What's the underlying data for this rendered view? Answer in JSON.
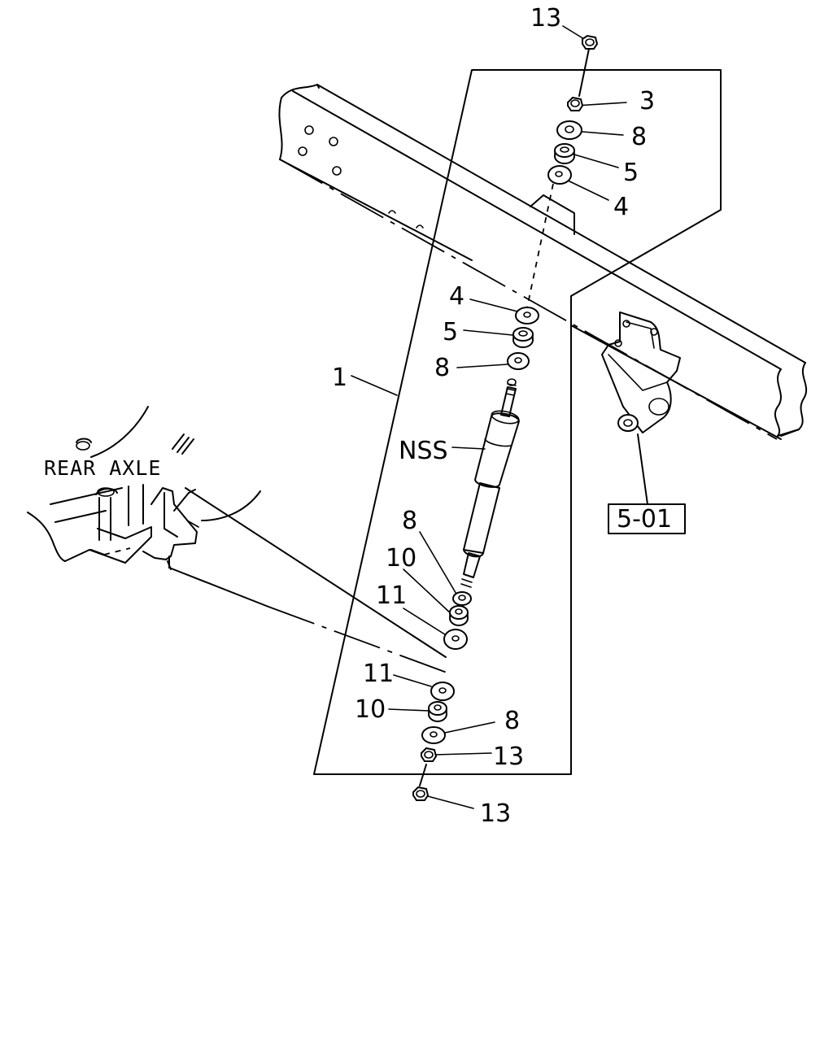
{
  "callouts": {
    "c13_top": "13",
    "c3": "3",
    "c8_top": "8",
    "c5_top": "5",
    "c4_top": "4",
    "c4_mid": "4",
    "c5_mid": "5",
    "c8_mid": "8",
    "c1": "1",
    "nss": "NSS",
    "c8_low": "8",
    "c10_low": "10",
    "c11_low": "11",
    "c11_bot": "11",
    "c10_bot": "10",
    "c8_bot": "8",
    "c13_bot1": "13",
    "c13_bot2": "13"
  },
  "rear_axle_label": "REAR AXLE",
  "reference_box": "5-01"
}
